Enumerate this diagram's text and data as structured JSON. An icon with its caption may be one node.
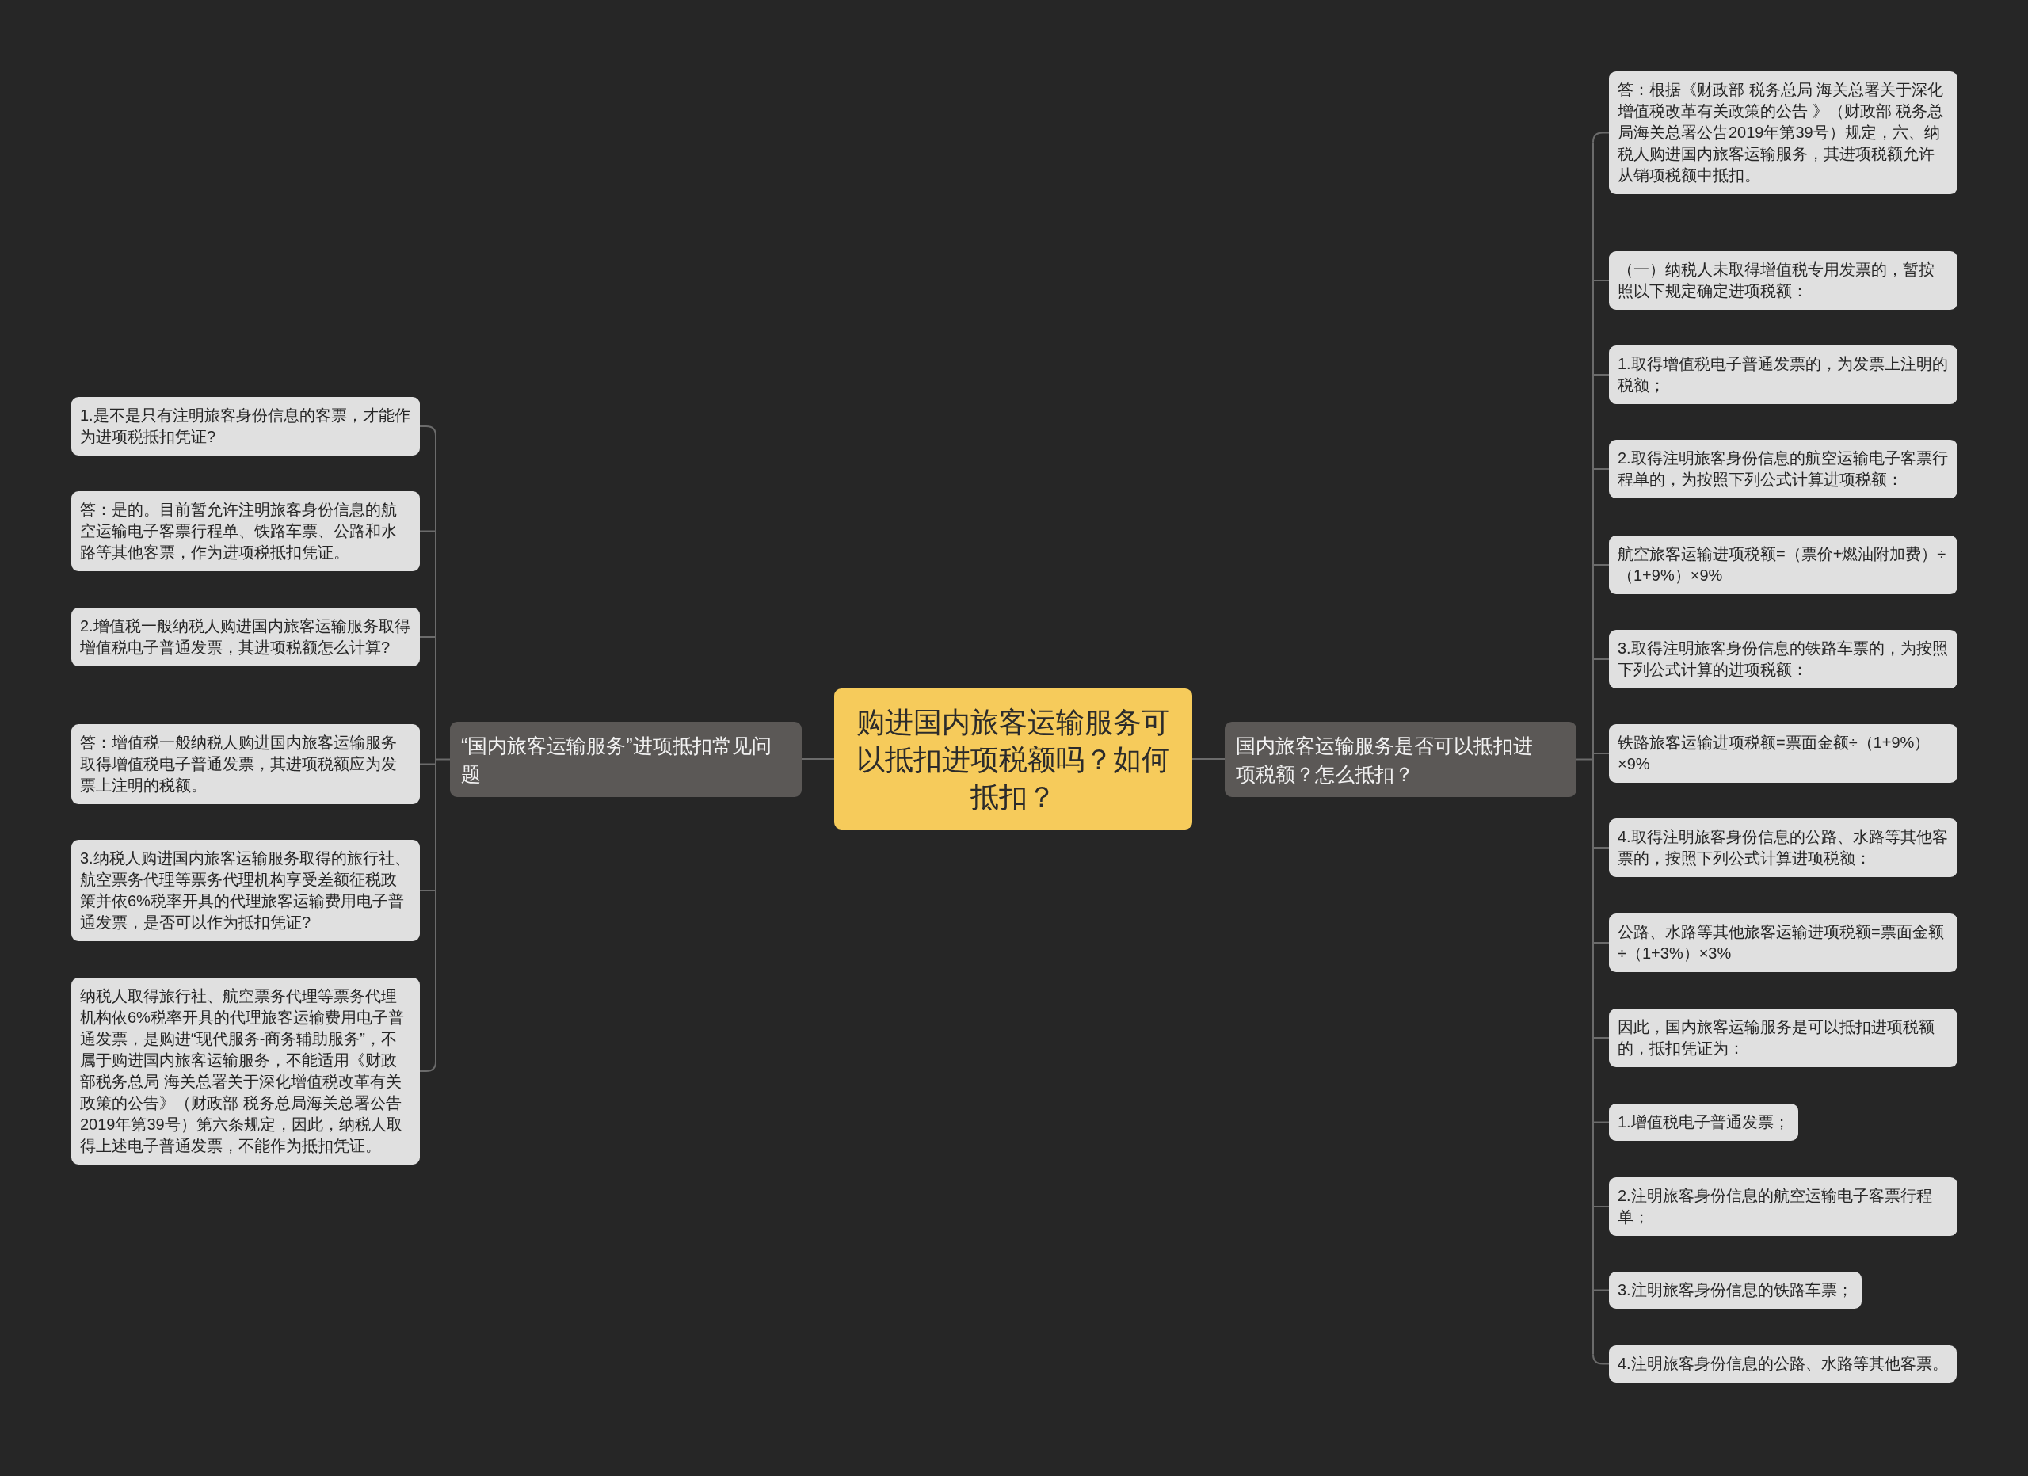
{
  "diagram": {
    "nodes": [
      {
        "text": [
          "购进国内旅客运输服务可以抵扣进项税额吗？如何抵扣？"
        ]
      },
      {
        "text": [
          "“国内旅客运输服务”进项抵扣常见问题"
        ]
      },
      {
        "text": [
          "1.是不是只有注明旅客身份信息的客票，才能作为进项税抵扣凭证?"
        ]
      },
      {
        "text": [
          "答：是的。目前暂允许注明旅客身份信息的航空运输电子客票行程单、铁路车票、公路和水路等其他客票，作为进项税抵扣凭证。"
        ]
      },
      {
        "text": [
          "2.增值税一般纳税人购进国内旅客运输服务取得增值税电子普通发票，其进项税额怎么计算?"
        ]
      },
      {
        "text": [
          "答：增值税一般纳税人购进国内旅客运输服务取得增值税电子普通发票，其进项税额应为发票上注明的税额。"
        ]
      },
      {
        "text": [
          "3.纳税人购进国内旅客运输服务取得的旅行社、航空票务代理等票务代理机构享受差额征税政策并依6%税率开具的代理旅客运输费用电子普通发票，是否可以作为抵扣凭证?"
        ]
      },
      {
        "text": [
          "纳税人取得旅行社、航空票务代理等票务代理机构依6%税率开具的代理旅客运输费用电子普通发票，是购进“现代服务-商务辅助服务”，不属于购进国内旅客运输服务，不能适用《财政部税务总局 海关总署关于深化增值税改革有关政策的公告》（财政部 税务总局海关总署公告2019年第39号）第六条规定，因此，纳税人取得上述电子普通发票，不能作为抵扣凭证。"
        ]
      },
      {
        "text": [
          "国内旅客运输服务是否可以抵扣进项税额？怎么抵扣？"
        ]
      },
      {
        "text": [
          "答：根据《财政部 税务总局 海关总署关于深化增值税改革有关政策的公告 》（财政部 税务总局海关总署公告2019年第39号）规定，六、纳税人购进国内旅客运输服务，其进项税额允许从销项税额中抵扣。"
        ]
      },
      {
        "text": [
          "（一）纳税人未取得增值税专用发票的，暂按照以下规定确定进项税额："
        ]
      },
      {
        "text": [
          "1.取得增值税电子普通发票的，为发票上注明的税额；"
        ]
      },
      {
        "text": [
          "2.取得注明旅客身份信息的航空运输电子客票行程单的，为按照下列公式计算进项税额："
        ]
      },
      {
        "text": [
          "航空旅客运输进项税额=（票价+燃油附加费）÷（1+9%）×9%"
        ]
      },
      {
        "text": [
          "3.取得注明旅客身份信息的铁路车票的，为按照下列公式计算的进项税额："
        ]
      },
      {
        "text": [
          "铁路旅客运输进项税额=票面金额÷（1+9%）×9%"
        ]
      },
      {
        "text": [
          "4.取得注明旅客身份信息的公路、水路等其他客票的，按照下列公式计算进项税额："
        ]
      },
      {
        "text": [
          "公路、水路等其他旅客运输进项税额=票面金额÷（1+3%）×3%"
        ]
      },
      {
        "text": [
          "因此，国内旅客运输服务是可以抵扣进项税额的，抵扣凭证为："
        ]
      },
      {
        "text": [
          "1.增值税电子普通发票；"
        ]
      },
      {
        "text": [
          "2.注明旅客身份信息的航空运输电子客票行程单；"
        ]
      },
      {
        "text": [
          "3.注明旅客身份信息的铁路车票；"
        ]
      },
      {
        "text": [
          "4.注明旅客身份信息的公路、水路等其他客票。"
        ]
      }
    ],
    "edges": [
      {
        "from": 0,
        "to": 1,
        "arrow": "none"
      },
      {
        "from": 1,
        "to": 2,
        "arrow": "none"
      },
      {
        "from": 1,
        "to": 3,
        "arrow": "none"
      },
      {
        "from": 1,
        "to": 4,
        "arrow": "none"
      },
      {
        "from": 1,
        "to": 5,
        "arrow": "none"
      },
      {
        "from": 1,
        "to": 6,
        "arrow": "none"
      },
      {
        "from": 1,
        "to": 7,
        "arrow": "none"
      },
      {
        "from": 0,
        "to": 8,
        "arrow": "none"
      },
      {
        "from": 8,
        "to": 9,
        "arrow": "none"
      },
      {
        "from": 8,
        "to": 10,
        "arrow": "none"
      },
      {
        "from": 8,
        "to": 11,
        "arrow": "none"
      },
      {
        "from": 8,
        "to": 12,
        "arrow": "none"
      },
      {
        "from": 8,
        "to": 13,
        "arrow": "none"
      },
      {
        "from": 8,
        "to": 14,
        "arrow": "none"
      },
      {
        "from": 8,
        "to": 15,
        "arrow": "none"
      },
      {
        "from": 8,
        "to": 16,
        "arrow": "none"
      },
      {
        "from": 8,
        "to": 17,
        "arrow": "none"
      },
      {
        "from": 8,
        "to": 18,
        "arrow": "none"
      },
      {
        "from": 8,
        "to": 19,
        "arrow": "none"
      },
      {
        "from": 8,
        "to": 20,
        "arrow": "none"
      },
      {
        "from": 8,
        "to": 21,
        "arrow": "none"
      },
      {
        "from": 8,
        "to": 22,
        "arrow": "none"
      }
    ]
  }
}
